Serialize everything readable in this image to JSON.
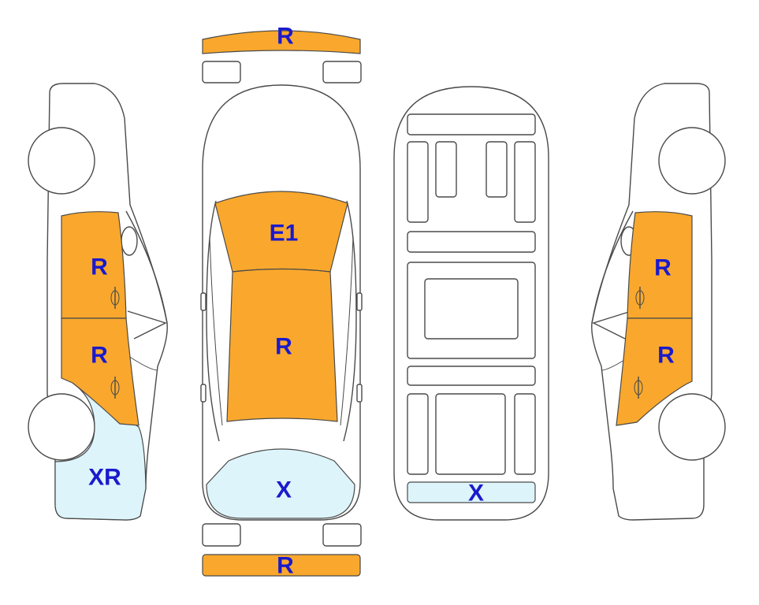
{
  "colors": {
    "damage_orange": "#F9A82D",
    "damage_blue": "#DDF4FB",
    "label": "#1A1ACC",
    "outline": "#4A4A4A"
  },
  "top_bumper": {
    "label": "R",
    "status": "orange"
  },
  "bottom_bumper": {
    "label": "R",
    "status": "orange"
  },
  "top_view": {
    "windshield": {
      "label": "E1",
      "status": "orange"
    },
    "roof": {
      "label": "R",
      "status": "orange"
    },
    "rear_window": {
      "label": "X",
      "status": "blue"
    }
  },
  "underbody": {
    "rear_panel": {
      "label": "X",
      "status": "blue"
    }
  },
  "left_side": {
    "front_door": {
      "label": "R",
      "status": "orange"
    },
    "rear_door": {
      "label": "R",
      "status": "orange"
    },
    "rear_quarter": {
      "label": "XR",
      "status": "blue"
    }
  },
  "right_side": {
    "front_door": {
      "label": "R",
      "status": "orange"
    },
    "rear_door": {
      "label": "R",
      "status": "orange"
    }
  }
}
